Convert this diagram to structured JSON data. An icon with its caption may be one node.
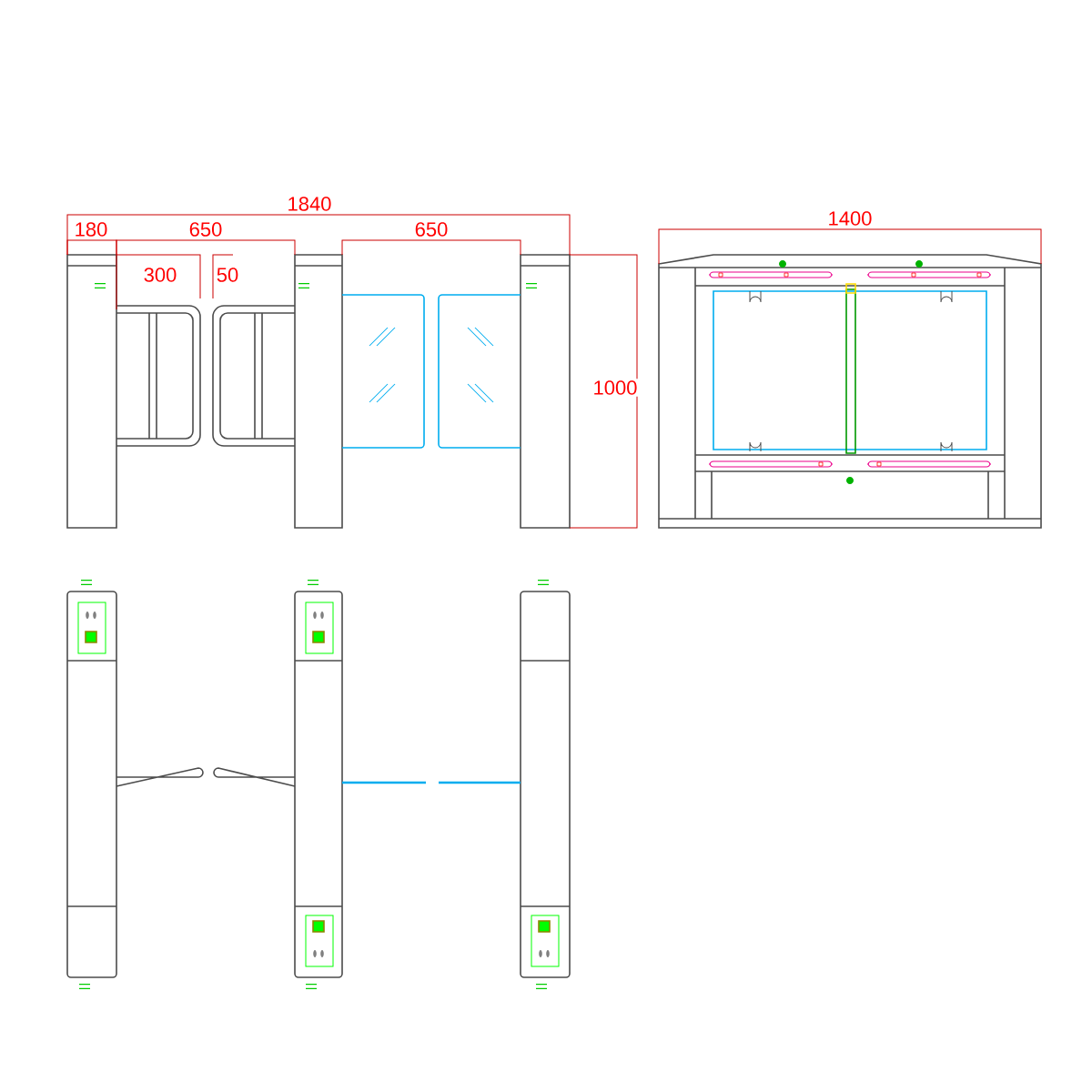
{
  "diagram": {
    "labels": [
      "1840",
      "180",
      "650",
      "650",
      "1400",
      "300",
      "50",
      "1000"
    ]
  }
}
